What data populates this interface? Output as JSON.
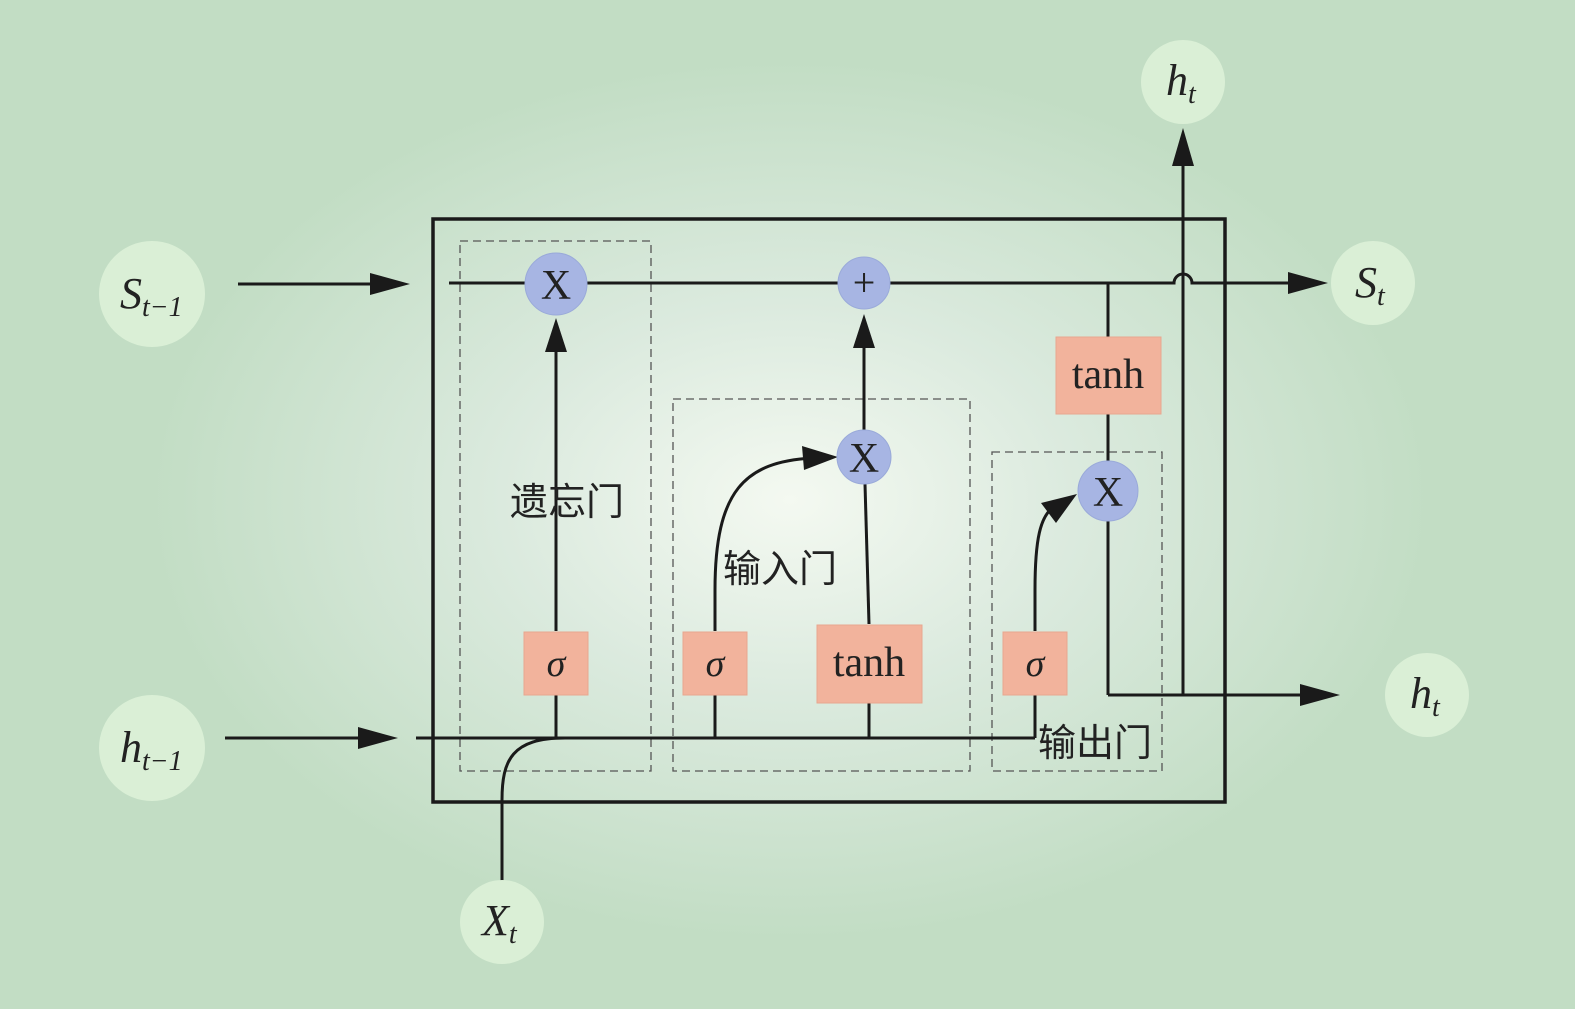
{
  "inputs": {
    "cell_prev": {
      "main": "S",
      "sub": "t−1"
    },
    "hidden_prev": {
      "main": "h",
      "sub": "t−1"
    },
    "input": {
      "main": "X",
      "sub": "t"
    }
  },
  "outputs": {
    "cell_out": {
      "main": "S",
      "sub": "t"
    },
    "hidden_out_top": {
      "main": "h",
      "sub": "t"
    },
    "hidden_out_right": {
      "main": "h",
      "sub": "t"
    }
  },
  "operators": {
    "multiply": "X",
    "add": "+"
  },
  "gates": {
    "sigma": "σ",
    "tanh": "tanh"
  },
  "labels": {
    "forget_gate": "遗忘门",
    "input_gate": "输入门",
    "output_gate": "输出门"
  },
  "colors": {
    "background_center": "#f4f9f1",
    "background_edge": "#c2ddc4",
    "io_circle": "#daefd6",
    "op_circle": "#a7b5e3",
    "gate_box": "#f2b39c",
    "line": "#1a1a1a"
  }
}
